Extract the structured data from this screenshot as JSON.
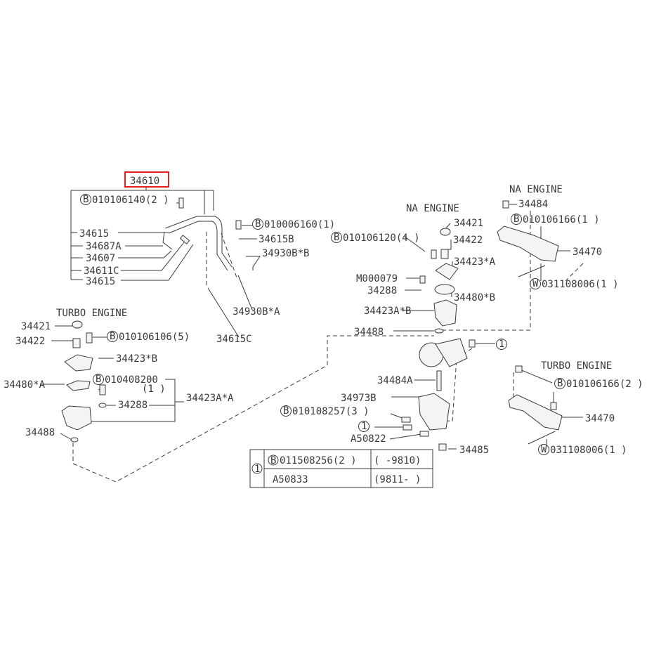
{
  "highlight_color": "#e0201f",
  "selected_part": "34610",
  "labels": [
    {
      "t": "010106140(2 )",
      "c": "B"
    },
    {
      "t": "34615"
    },
    {
      "t": "34687A"
    },
    {
      "t": "34607"
    },
    {
      "t": "34611C"
    },
    {
      "t": "34615"
    },
    {
      "t": "010006160(1)",
      "c": "B"
    },
    {
      "t": "34615B"
    },
    {
      "t": "34930B*B"
    },
    {
      "t": "34930B*A"
    },
    {
      "t": "34615C"
    },
    {
      "t": "TURBO ENGINE"
    },
    {
      "t": "34421"
    },
    {
      "t": "34422"
    },
    {
      "t": "010106106(5)",
      "c": "B"
    },
    {
      "t": "34423*B"
    },
    {
      "t": "34480*A"
    },
    {
      "t": "010408200",
      "c": "B"
    },
    {
      "t": "(1 )"
    },
    {
      "t": "34288"
    },
    {
      "t": "34423A*A"
    },
    {
      "t": "34488"
    },
    {
      "t": "NA ENGINE"
    },
    {
      "t": "34421"
    },
    {
      "t": "010106120(4 )",
      "c": "B"
    },
    {
      "t": "34422"
    },
    {
      "t": "34423*A"
    },
    {
      "t": "M000079"
    },
    {
      "t": "34288"
    },
    {
      "t": "34480*B"
    },
    {
      "t": "34423A*B"
    },
    {
      "t": "34488"
    },
    {
      "t": "NA ENGINE"
    },
    {
      "t": "34484"
    },
    {
      "t": "010106166(1 )",
      "c": "B"
    },
    {
      "t": "34470"
    },
    {
      "t": "031108006(1 )",
      "c": "W"
    },
    {
      "t": "",
      "c": "1"
    },
    {
      "t": "34484A"
    },
    {
      "t": "34973B"
    },
    {
      "t": "010108257(3 )",
      "c": "B"
    },
    {
      "t": "",
      "c": "1"
    },
    {
      "t": "A50822"
    },
    {
      "t": "34485"
    },
    {
      "t": "TURBO ENGINE"
    },
    {
      "t": "010106166(2 )",
      "c": "B"
    },
    {
      "t": "34470"
    },
    {
      "t": "031108006(1 )",
      "c": "W"
    }
  ],
  "note_table": {
    "ref": "1",
    "rows": [
      {
        "part": "011508256(2 )",
        "circle": "B",
        "date": "(  -9810)"
      },
      {
        "part": "A50833",
        "circle": "",
        "date": "(9811-  )"
      }
    ]
  }
}
